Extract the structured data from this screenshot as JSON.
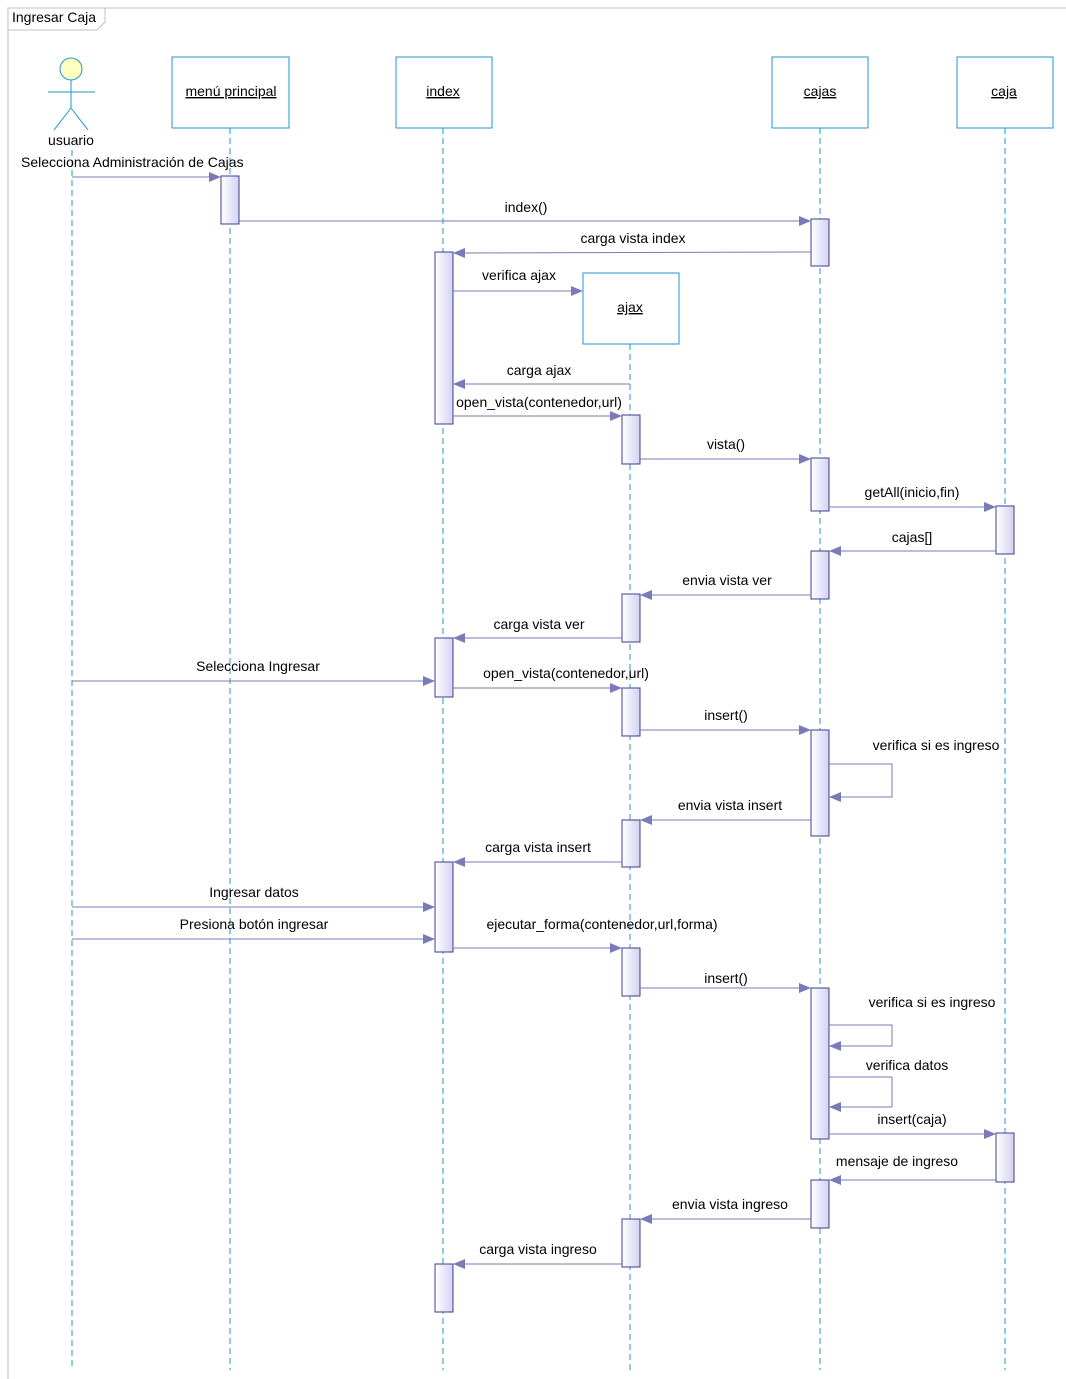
{
  "frame": {
    "title": "Ingresar Caja"
  },
  "actor": {
    "name": "usuario"
  },
  "lifelines": [
    {
      "id": "menu",
      "label": "menú principal"
    },
    {
      "id": "index",
      "label": "index"
    },
    {
      "id": "cajas",
      "label": "cajas"
    },
    {
      "id": "caja",
      "label": "caja"
    }
  ],
  "created_lifeline": {
    "id": "ajax",
    "label": "ajax"
  },
  "messages": [
    "Selecciona Administración de Cajas",
    "index()",
    "carga vista index",
    "verifica ajax",
    "carga ajax",
    "open_vista(contenedor,url)",
    "vista()",
    "getAll(inicio,fin)",
    "cajas[]",
    "envia vista ver",
    "carga vista ver",
    "Selecciona Ingresar",
    "open_vista(contenedor,url)",
    "insert()",
    "verifica si es ingreso",
    "envia vista insert",
    "carga vista insert",
    "Ingresar datos",
    "Presiona botón ingresar",
    "ejecutar_forma(contenedor,url,forma)",
    "insert()",
    "verifica si es ingreso",
    "verifica datos",
    "insert(caja)",
    "mensaje de ingreso",
    "envia vista ingreso",
    "carga vista ingreso"
  ],
  "colors": {
    "box_border": "#2196d3",
    "lifeline": "#2196d3",
    "arrow": "#7a7ab8",
    "activation_border": "#3e3e8e",
    "activation_fill": "#e6e6f8",
    "actor_head": "#ffffc0",
    "frame": "#c0c0c0"
  }
}
